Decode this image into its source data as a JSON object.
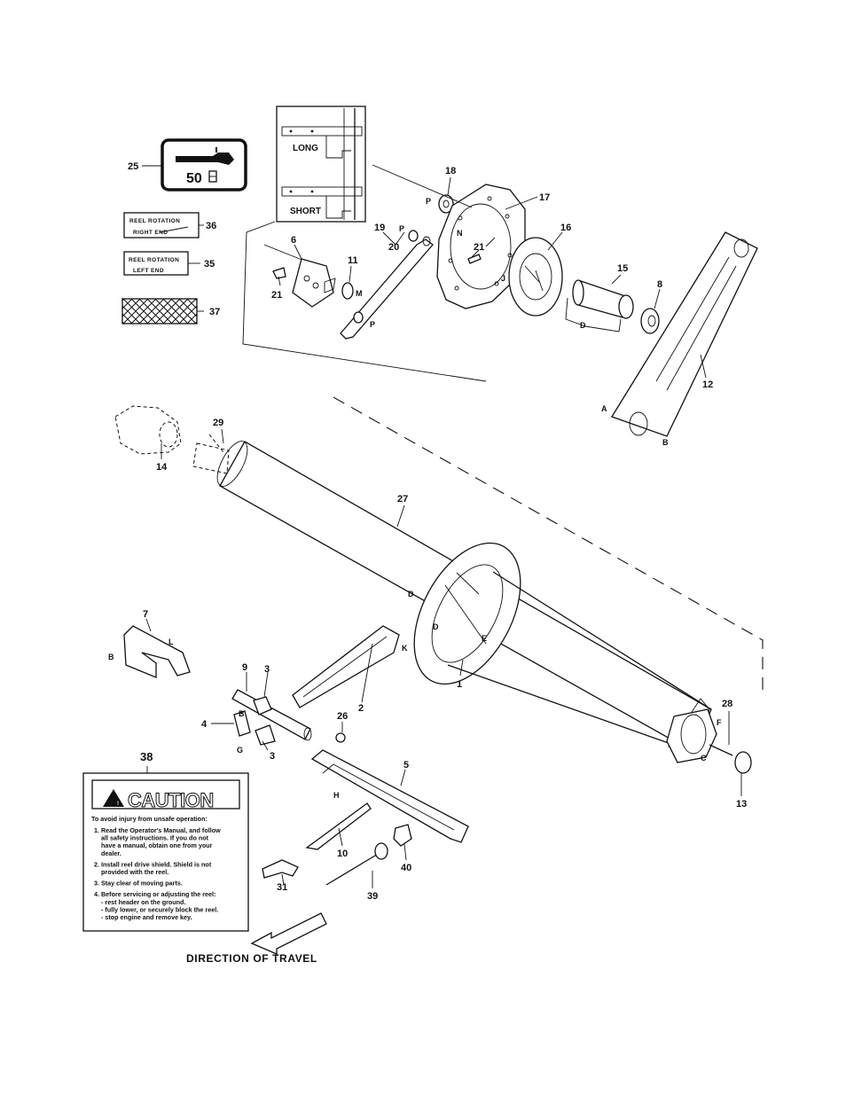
{
  "inset": {
    "long_label": "LONG",
    "short_label": "SHORT"
  },
  "decal_25": {
    "value": "50"
  },
  "decal_36": {
    "line1": "REEL ROTATION",
    "line2": "RIGHT END"
  },
  "decal_35": {
    "line1": "REEL ROTATION",
    "line2": "LEFT END"
  },
  "caution": {
    "heading": "CAUTION",
    "intro": "To avoid injury from unsafe operation:",
    "items": [
      [
        "1. Read the Operator's Manual, and follow",
        "all safety instructions. If you do not",
        "have a manual, obtain one from your",
        "dealer."
      ],
      [
        "2. Install reel drive shield. Shield is not",
        "provided with the reel."
      ],
      [
        "3. Stay clear of moving parts."
      ],
      [
        "4. Before servicing or adjusting the reel:",
        "- rest header on the ground.",
        "- fully lower, or securely block the reel.",
        "- stop engine and remove key."
      ]
    ]
  },
  "caption": "DIRECTION OF TRAVEL",
  "callouts": {
    "p1": "1",
    "p2": "2",
    "p3a": "3",
    "p3b": "3",
    "p4": "4",
    "p5": "5",
    "p6": "6",
    "p7": "7",
    "p8": "8",
    "p9": "9",
    "p10": "10",
    "p11": "11",
    "p12": "12",
    "p13": "13",
    "p14": "14",
    "p15": "15",
    "p16": "16",
    "p17": "17",
    "p18": "18",
    "p19": "19",
    "p20": "20",
    "p21a": "21",
    "p21b": "21",
    "p25": "25",
    "p26": "26",
    "p27": "27",
    "p28": "28",
    "p29": "29",
    "p31": "31",
    "p35": "35",
    "p36": "36",
    "p37": "37",
    "p38": "38",
    "p39": "39",
    "p40": "40"
  },
  "letters": {
    "A": "A",
    "B1": "B",
    "B2": "B",
    "B3": "B",
    "C": "C",
    "D1": "D",
    "D2": "D",
    "D3": "D",
    "E": "E",
    "F": "F",
    "G": "G",
    "H": "H",
    "J": "J",
    "K": "K",
    "L": "L",
    "M": "M",
    "N": "N",
    "P1": "P",
    "P2": "P",
    "P3": "P"
  }
}
